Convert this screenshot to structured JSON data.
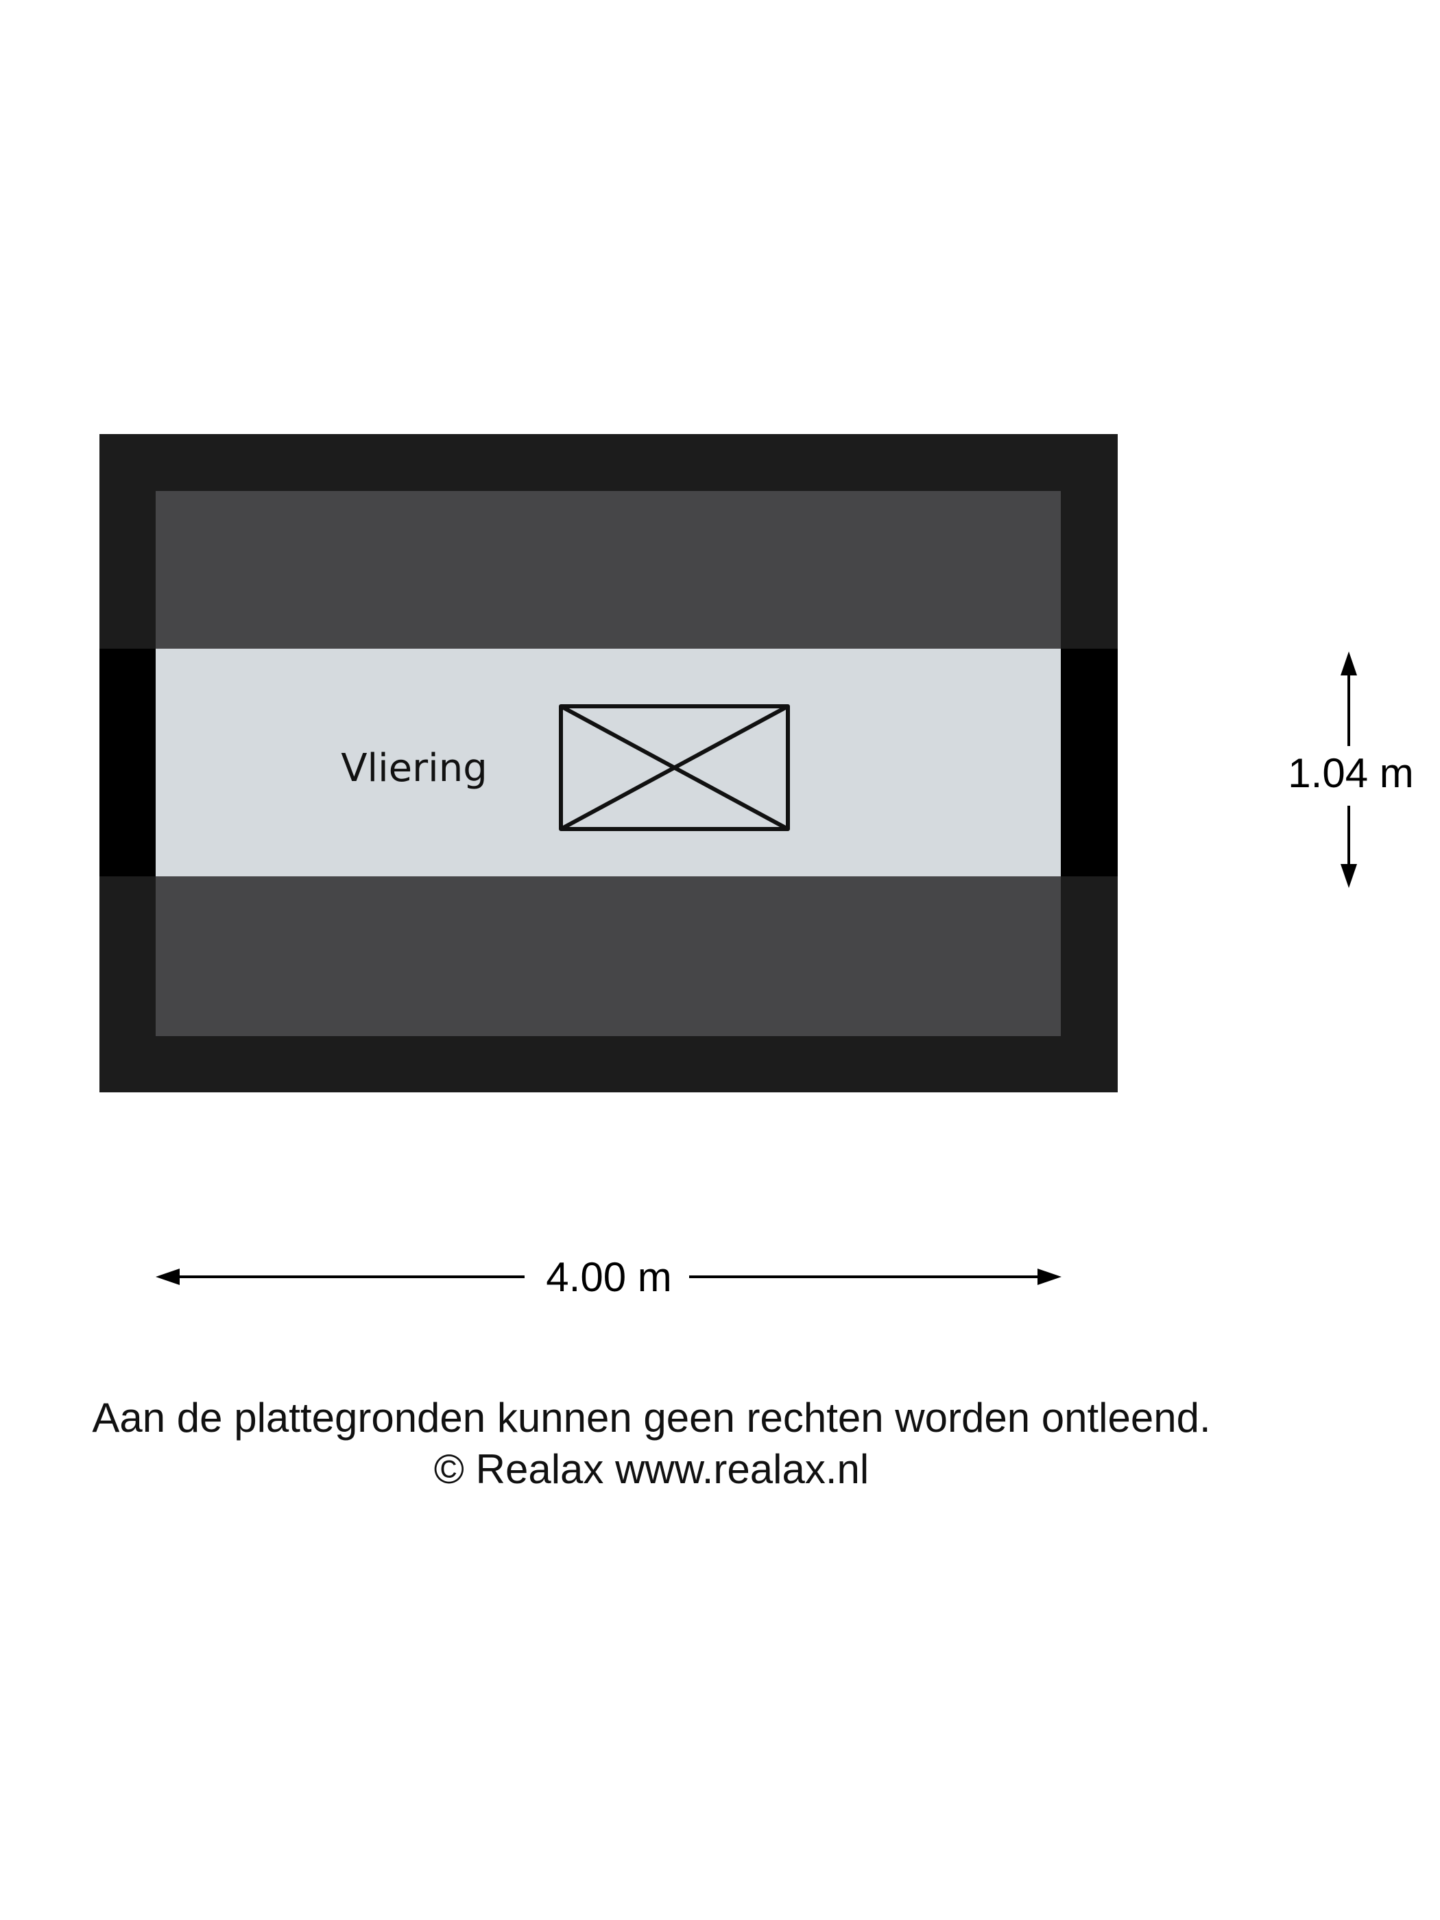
{
  "room": {
    "name": "Vliering"
  },
  "dimensions": {
    "width": "4.00 m",
    "depth": "1.04 m"
  },
  "footer": {
    "disclaimer": "Aan de plattegronden kunnen geen rechten worden ontleend.",
    "copyright": "© Realax www.realax.nl"
  },
  "colors": {
    "outer_wall": "#1c1c1c",
    "sloped_roof": "#464648",
    "floor": "#d5dade",
    "gable": "#000000",
    "hatch_stroke": "#111111"
  },
  "icons": {
    "hatch": "roof-hatch-icon"
  }
}
